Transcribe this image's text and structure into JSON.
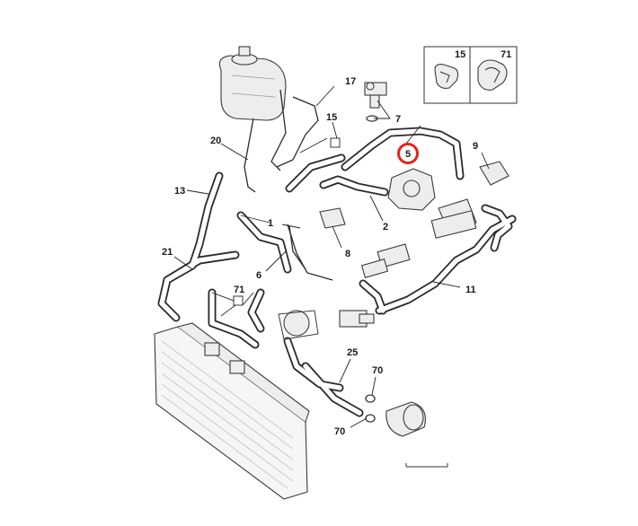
{
  "callouts": {
    "c1": "1",
    "c2": "2",
    "c5": "5",
    "c6": "6",
    "c7": "7",
    "c8": "8",
    "c9": "9",
    "c11": "11",
    "c13": "13",
    "c15": "15",
    "c17": "17",
    "c20": "20",
    "c21": "21",
    "c25": "25",
    "c70a": "70",
    "c70b": "70",
    "c71": "71"
  },
  "inset": {
    "label_left": "15",
    "label_right": "71"
  },
  "highlight": {
    "part": "5",
    "color": "#e0261b"
  },
  "colors": {
    "hose_fill": "#ffffff",
    "hose_stroke": "#2b2b2b",
    "part_fill": "#ededed"
  }
}
